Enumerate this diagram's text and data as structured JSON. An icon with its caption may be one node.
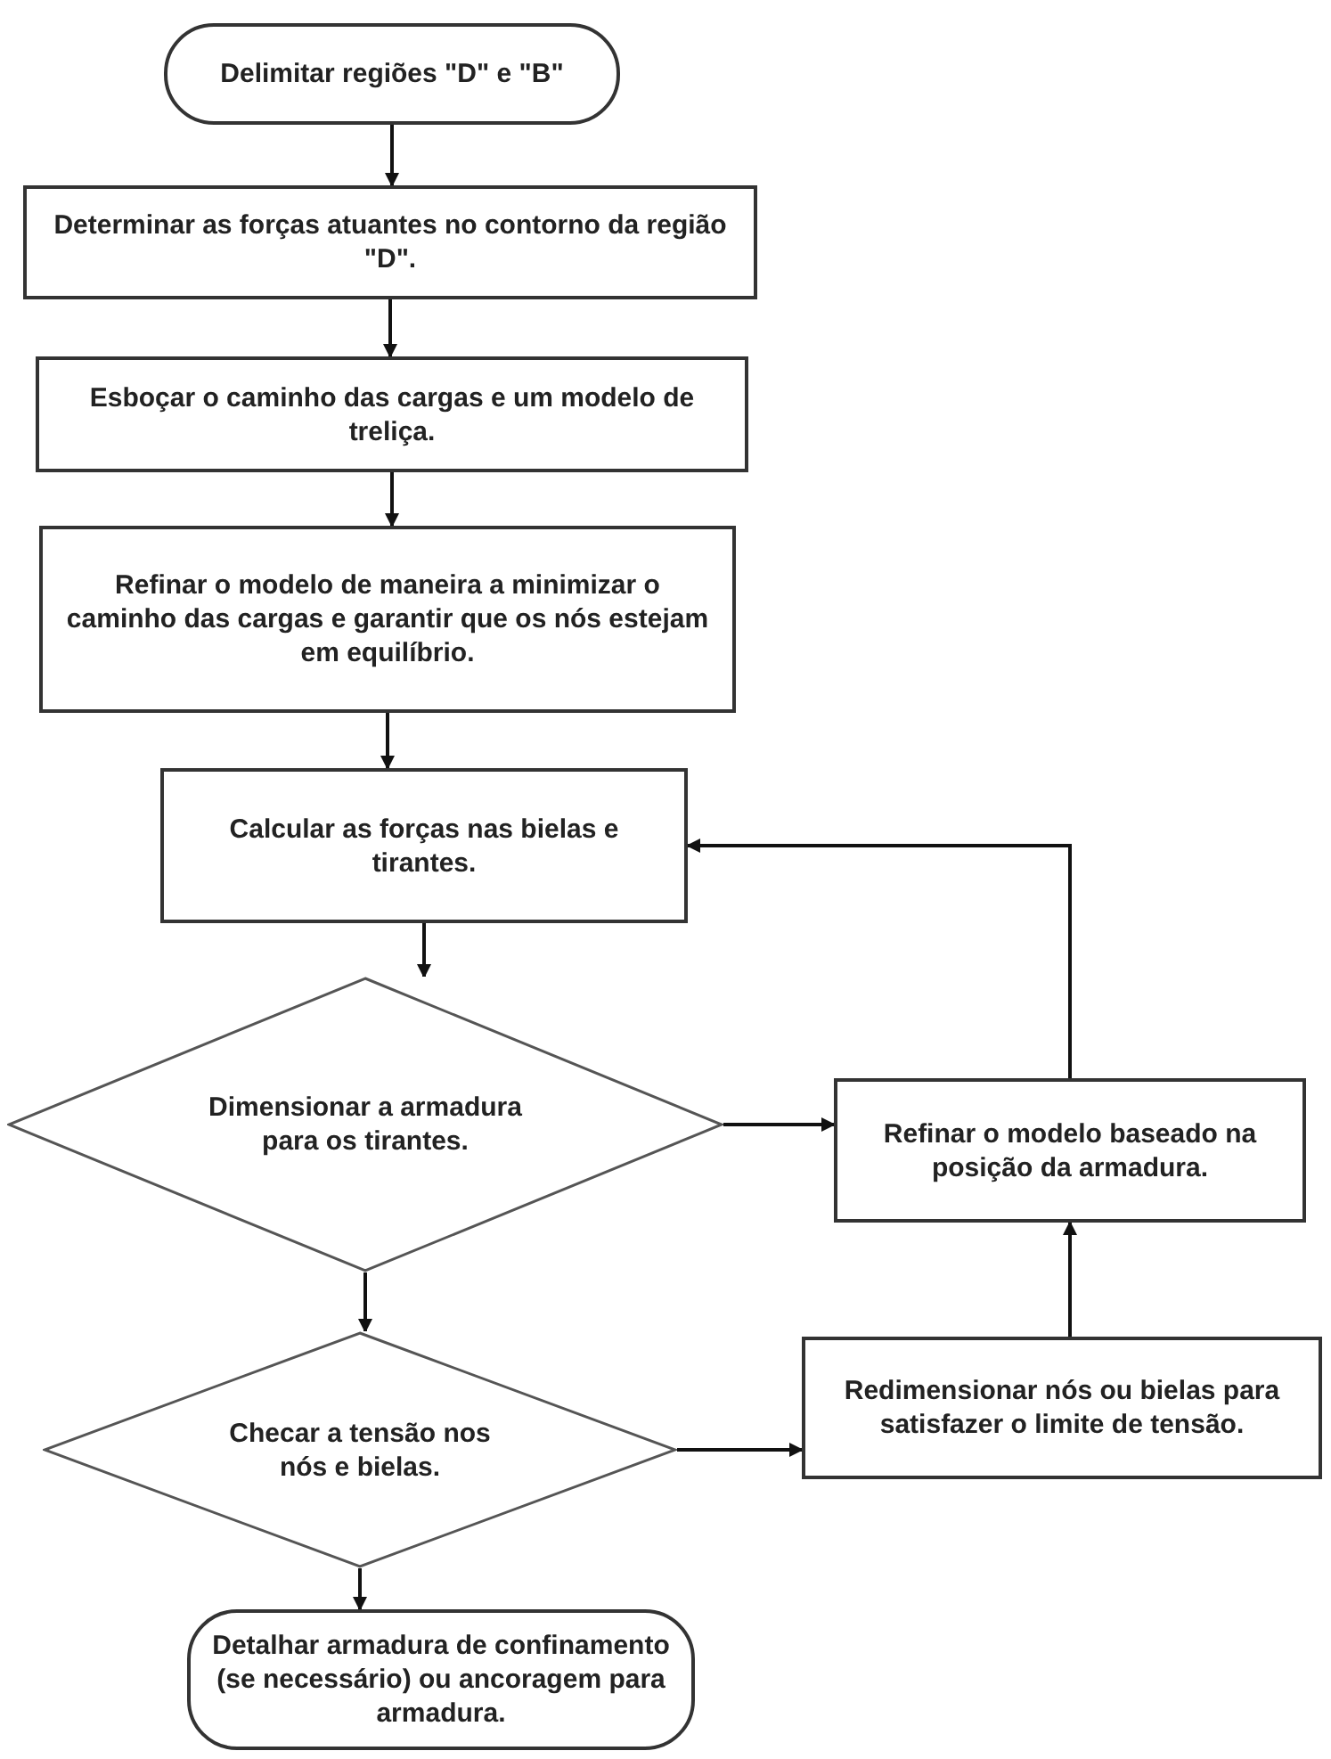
{
  "diagram": {
    "nodes": [
      {
        "text": [
          "Delimitar regiões \"D\" e \"B\""
        ]
      },
      {
        "text": [
          "Determinar as forças  atuantes no contorno  da região \"D\"."
        ]
      },
      {
        "text": [
          "Esboçar o caminho das cargas e um modelo de treliça."
        ]
      },
      {
        "text": [
          "Refinar o modelo de  maneira a minimizar o  caminho das cargas e garantir que os nós  estejam em equilíbrio."
        ]
      },
      {
        "text": [
          "Calcular as forças nas bielas e tirantes."
        ]
      },
      {
        "text": [
          "Dimensionar a armadura para os tirantes."
        ]
      },
      {
        "text": [
          "Checar a tensão nos nós e bielas."
        ]
      },
      {
        "text": [
          "Detalhar armadura de confinamento (se necessário) ou ancoragem para armadura."
        ]
      },
      {
        "text": [
          "Refinar o modelo baseado na posição da armadura."
        ]
      },
      {
        "text": [
          "Redimensionar nós ou bielas para satisfazer o limite de tensão."
        ]
      }
    ],
    "edges": [
      {
        "from": 0,
        "to": 1,
        "arrow": "to"
      },
      {
        "from": 1,
        "to": 2,
        "arrow": "to"
      },
      {
        "from": 2,
        "to": 3,
        "arrow": "to"
      },
      {
        "from": 3,
        "to": 4,
        "arrow": "to"
      },
      {
        "from": 4,
        "to": 5,
        "arrow": "to"
      },
      {
        "from": 5,
        "to": 6,
        "arrow": "to"
      },
      {
        "from": 6,
        "to": 7,
        "arrow": "to"
      },
      {
        "from": 5,
        "to": 8,
        "arrow": "to"
      },
      {
        "from": 6,
        "to": 9,
        "arrow": "to"
      },
      {
        "from": 9,
        "to": 8,
        "arrow": "to"
      },
      {
        "from": 8,
        "to": 4,
        "arrow": "to"
      }
    ]
  }
}
